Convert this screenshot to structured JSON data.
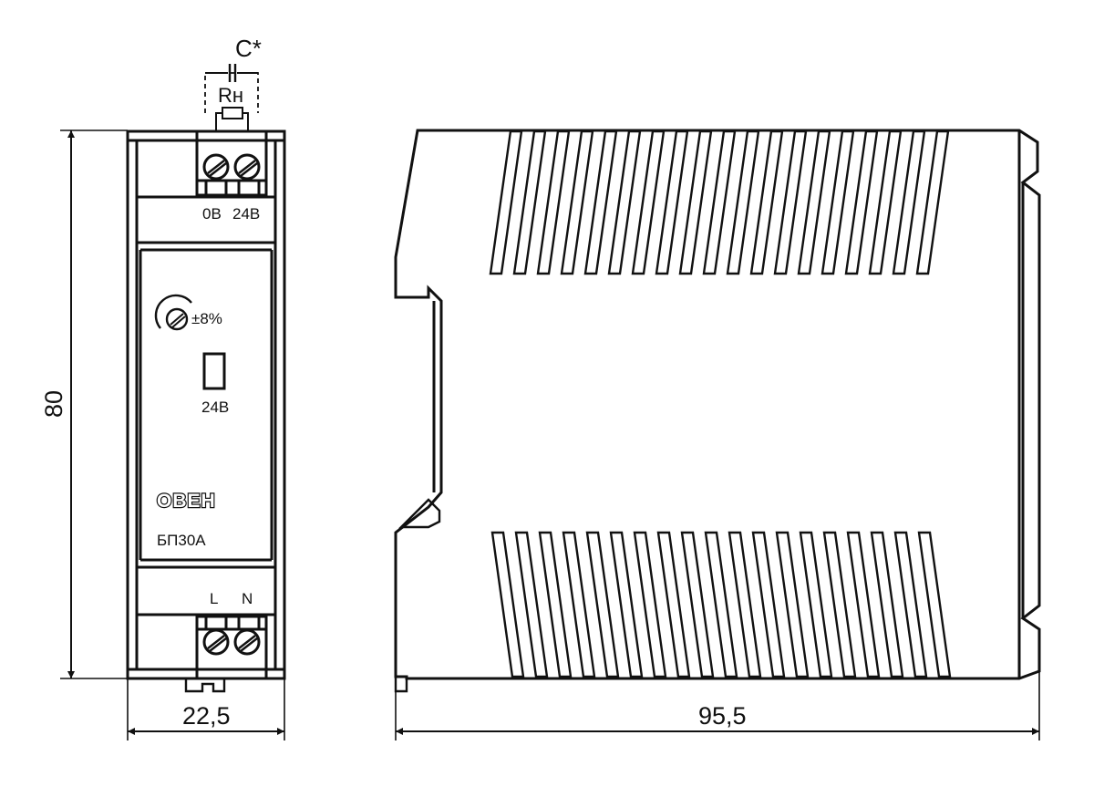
{
  "dimensions": {
    "height": "80",
    "front_width": "22,5",
    "side_depth": "95,5"
  },
  "terminals": {
    "output_negative": "0В",
    "output_positive": "24В",
    "input_line": "L",
    "input_neutral": "N"
  },
  "load_circuit": {
    "capacitor_label": "C*",
    "resistor_label": "Rн"
  },
  "front_panel": {
    "adjust_range": "±8%",
    "indicator_label": "24В",
    "brand_logo": "ОВЕН",
    "model": "БП30А"
  },
  "colors": {
    "line": "#111111",
    "background": "#ffffff"
  }
}
